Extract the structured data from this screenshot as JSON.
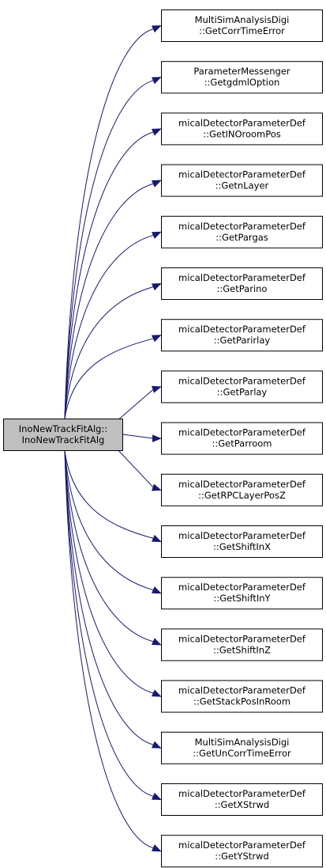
{
  "root": {
    "line1": "InoNewTrackFitAlg::",
    "line2": "InoNewTrackFitAlg"
  },
  "callees": [
    {
      "line1": "MultiSimAnalysisDigi",
      "line2": "::GetCorrTimeError"
    },
    {
      "line1": "ParameterMessenger",
      "line2": "::GetgdmlOption"
    },
    {
      "line1": "micalDetectorParameterDef",
      "line2": "::GetINOroomPos"
    },
    {
      "line1": "micalDetectorParameterDef",
      "line2": "::GetnLayer"
    },
    {
      "line1": "micalDetectorParameterDef",
      "line2": "::GetPargas"
    },
    {
      "line1": "micalDetectorParameterDef",
      "line2": "::GetParino"
    },
    {
      "line1": "micalDetectorParameterDef",
      "line2": "::GetParirlay"
    },
    {
      "line1": "micalDetectorParameterDef",
      "line2": "::GetParlay"
    },
    {
      "line1": "micalDetectorParameterDef",
      "line2": "::GetParroom"
    },
    {
      "line1": "micalDetectorParameterDef",
      "line2": "::GetRPCLayerPosZ"
    },
    {
      "line1": "micalDetectorParameterDef",
      "line2": "::GetShiftInX"
    },
    {
      "line1": "micalDetectorParameterDef",
      "line2": "::GetShiftInY"
    },
    {
      "line1": "micalDetectorParameterDef",
      "line2": "::GetShiftInZ"
    },
    {
      "line1": "micalDetectorParameterDef",
      "line2": "::GetStackPosInRoom"
    },
    {
      "line1": "MultiSimAnalysisDigi",
      "line2": "::GetUnCorrTimeError"
    },
    {
      "line1": "micalDetectorParameterDef",
      "line2": "::GetXStrwd"
    },
    {
      "line1": "micalDetectorParameterDef",
      "line2": "::GetYStrwd"
    }
  ],
  "colors": {
    "edge": "#191970",
    "root_fill": "#bfbfbf",
    "node_fill": "#ffffff",
    "border": "#000000"
  }
}
